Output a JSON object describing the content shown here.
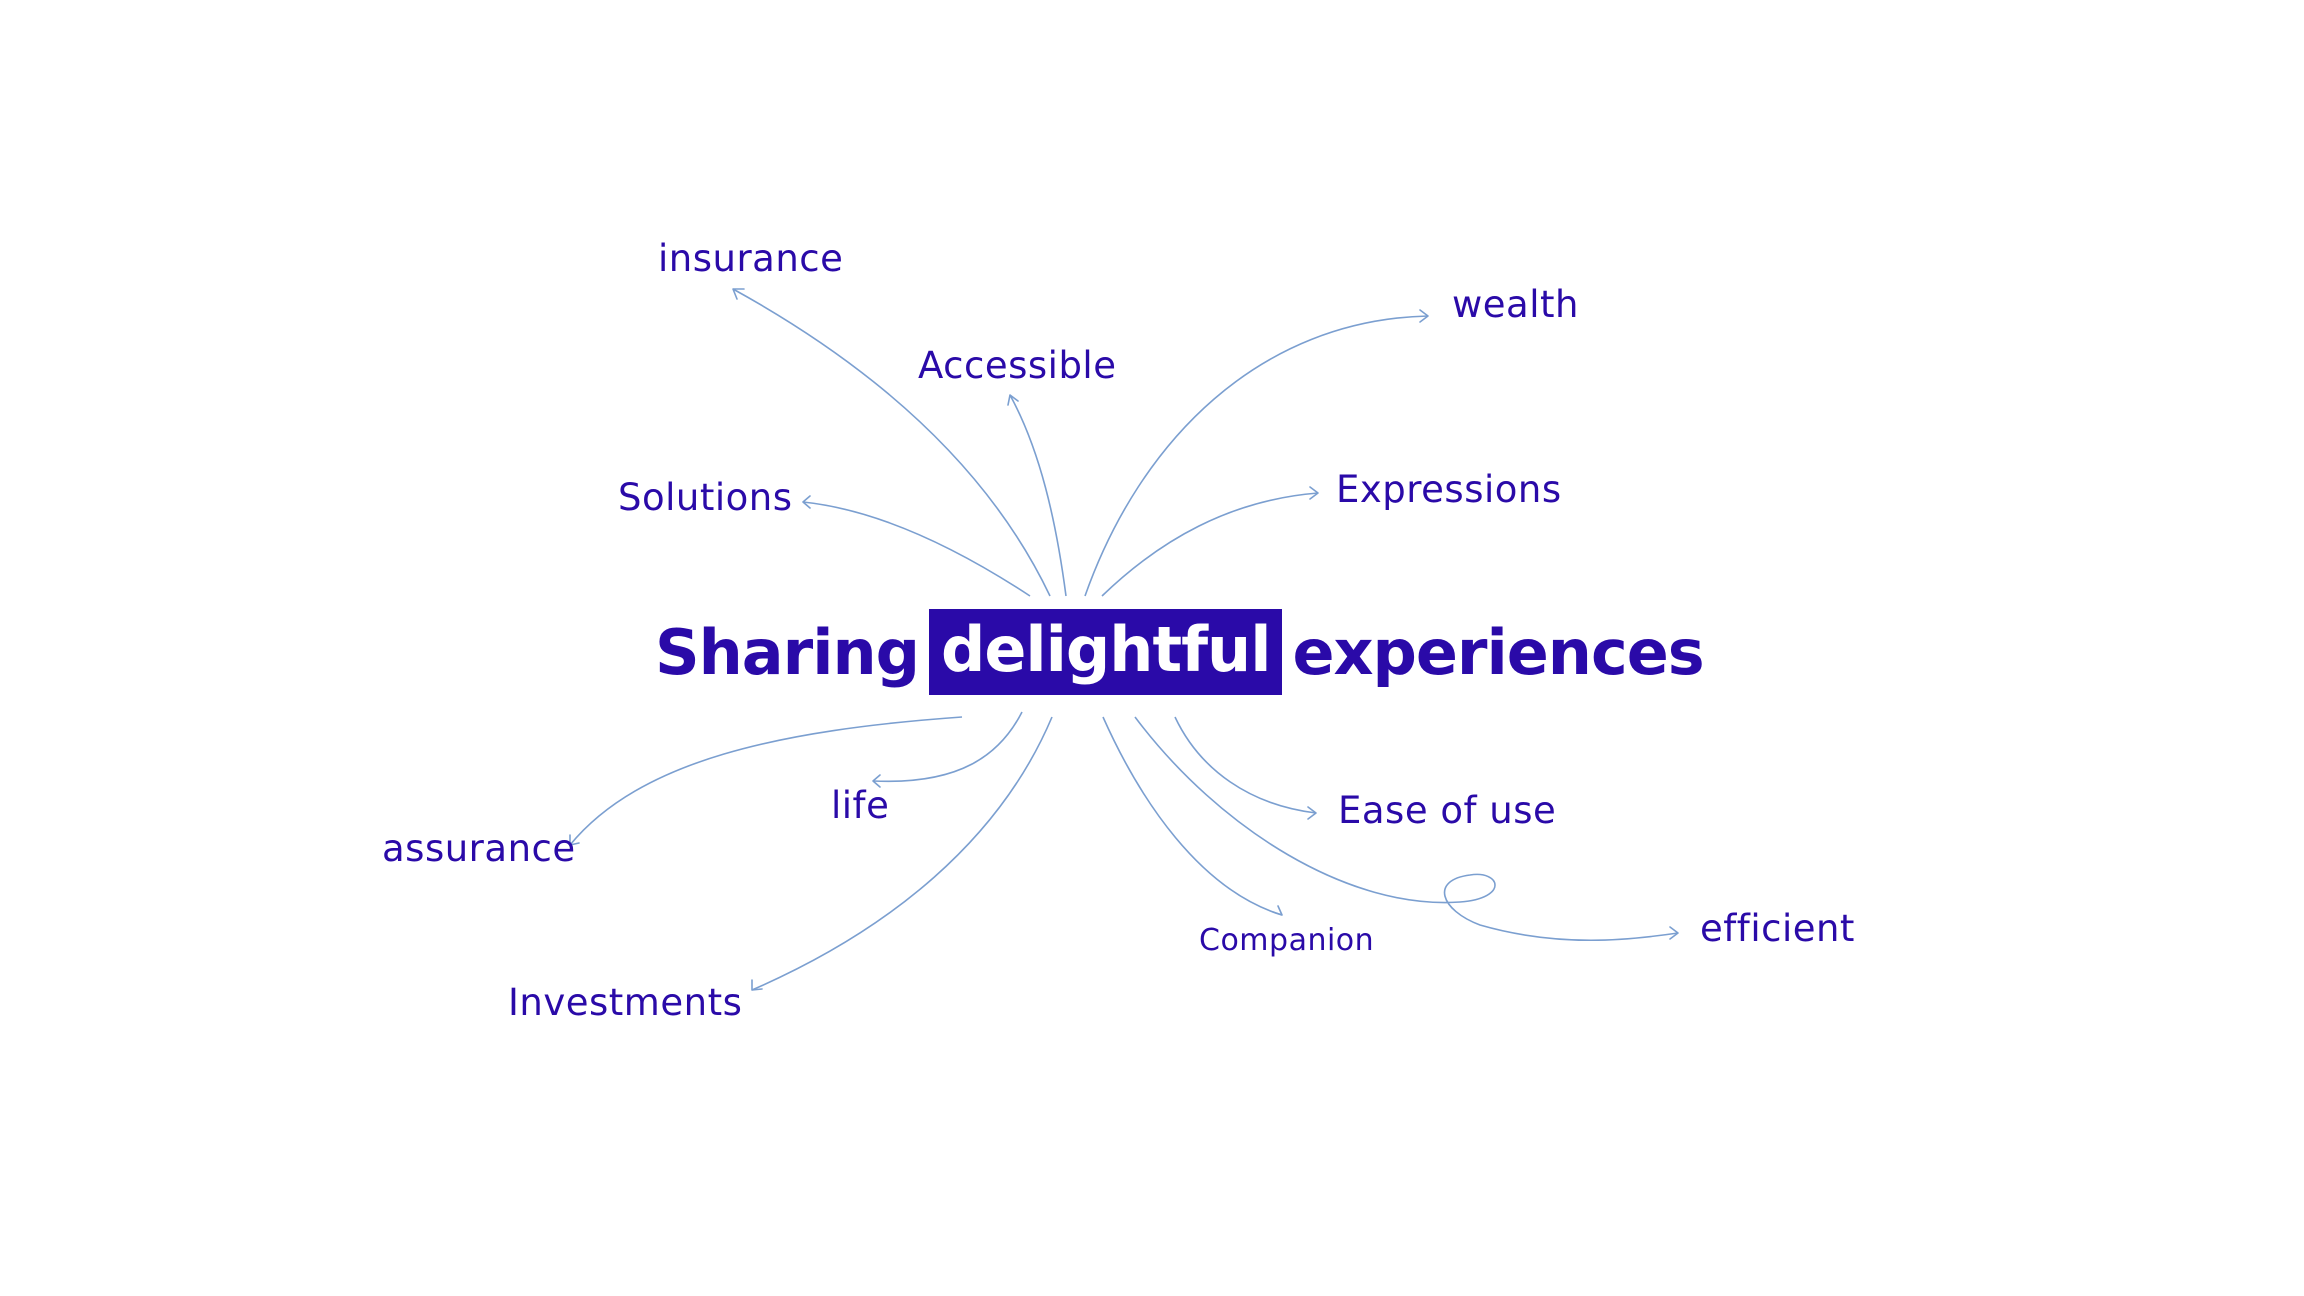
{
  "headline": {
    "before": "Sharing",
    "highlight": "delightful",
    "after": "experiences"
  },
  "keywords": {
    "insurance": "insurance",
    "accessible": "Accessible",
    "wealth": "wealth",
    "solutions": "Solutions",
    "expressions": "Expressions",
    "life": "life",
    "assurance": "assurance",
    "investments": "Investments",
    "ease_of_use": "Ease of use",
    "companion": "Companion",
    "efficient": "efficient"
  },
  "colors": {
    "text": "#2a0aa8",
    "highlight_bg": "#2a0aa8",
    "highlight_text": "#ffffff",
    "connector": "#7b9fd0",
    "background": "#ffffff"
  }
}
